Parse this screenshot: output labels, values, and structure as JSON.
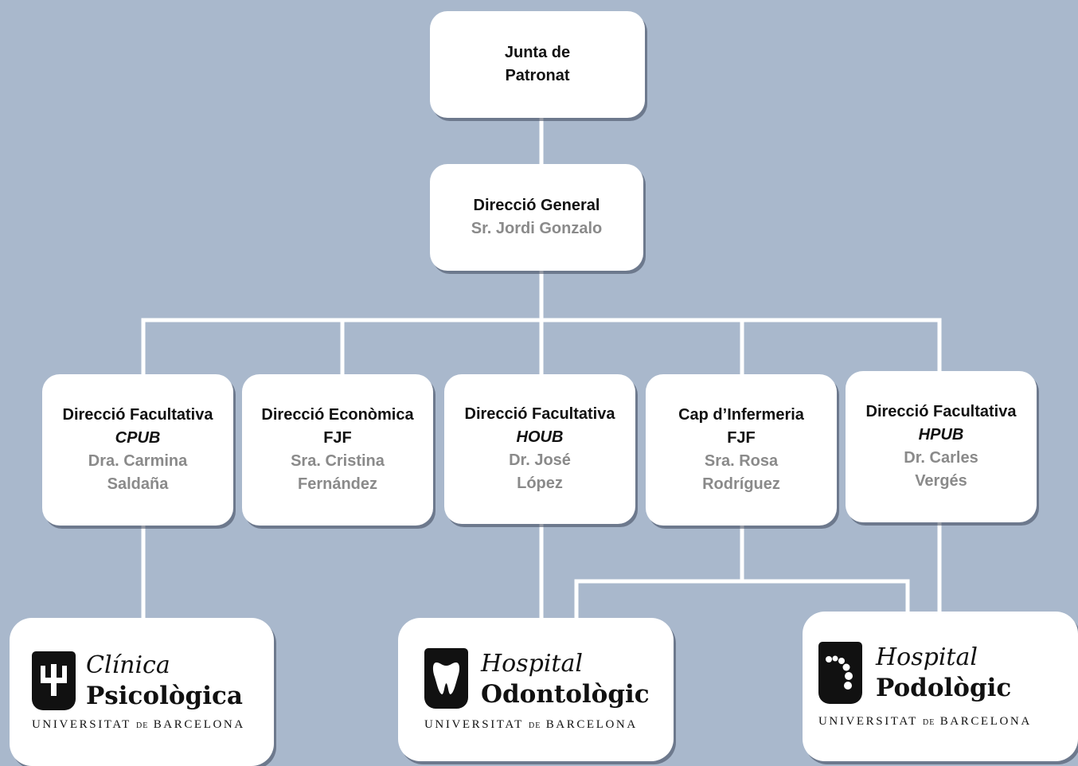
{
  "org_chart": {
    "board": {
      "line1": "Junta de",
      "line2": "Patronat"
    },
    "director_general": {
      "role": "Direcció General",
      "person": "Sr. Jordi Gonzalo"
    },
    "departments": [
      {
        "role": "Direcció Facultativa",
        "unit": "CPUB",
        "person_line1": "Dra. Carmina",
        "person_line2": "Saldaña"
      },
      {
        "role": "Direcció Econòmica",
        "unit": "FJF",
        "person_line1": "Sra. Cristina",
        "person_line2": "Fernández"
      },
      {
        "role": "Direcció Facultativa",
        "unit": "HOUB",
        "person_line1": "Dr. José",
        "person_line2": "López"
      },
      {
        "role": "Cap d’Infermeria",
        "unit": "FJF",
        "person_line1": "Sra. Rosa",
        "person_line2": "Rodríguez"
      },
      {
        "role": "Direcció Facultativa",
        "unit": "HPUB",
        "person_line1": "Dr. Carles",
        "person_line2": "Vergés"
      }
    ],
    "institutions": [
      {
        "line1": "Clínica",
        "line2": "Psicològica",
        "uni_a": "UNIVERSITAT",
        "uni_de": "DE",
        "uni_b": "BARCELONA",
        "icon": "psi-icon"
      },
      {
        "line1": "Hospital",
        "line2": "Odontològic",
        "uni_a": "UNIVERSITAT",
        "uni_de": "DE",
        "uni_b": "BARCELONA",
        "icon": "tooth-icon"
      },
      {
        "line1": "Hospital",
        "line2": "Podològic",
        "uni_a": "UNIVERSITAT",
        "uni_de": "DE",
        "uni_b": "BARCELONA",
        "icon": "footprint-icon"
      }
    ]
  },
  "colors": {
    "background": "#a9b8cc",
    "connector": "#ffffff",
    "box": "#ffffff",
    "name_gray": "#8a8a8a"
  }
}
